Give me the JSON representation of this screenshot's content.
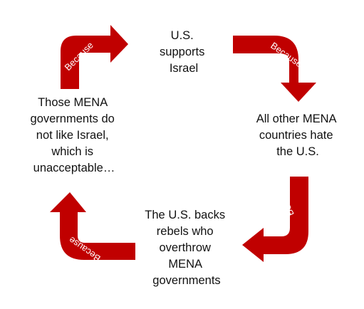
{
  "colors": {
    "arrow_fill": "#c00000",
    "arrow_label": "#ffffff",
    "text": "#111111",
    "background": "#ffffff"
  },
  "nodes": {
    "top": [
      "U.S.",
      "supports",
      "Israel"
    ],
    "right": [
      "All other MENA",
      "countries hate",
      "the U.S."
    ],
    "bottom": [
      "The U.S. backs",
      "rebels who",
      "overthrow",
      "MENA",
      "governments"
    ],
    "left": [
      "Those MENA",
      "governments do",
      "not like Israel,",
      "which is",
      "unacceptable…"
    ]
  },
  "arrows": {
    "top_left_label": "Because",
    "top_right_label": "Because",
    "bottom_right_label": "Because",
    "bottom_left_label": "Because"
  }
}
